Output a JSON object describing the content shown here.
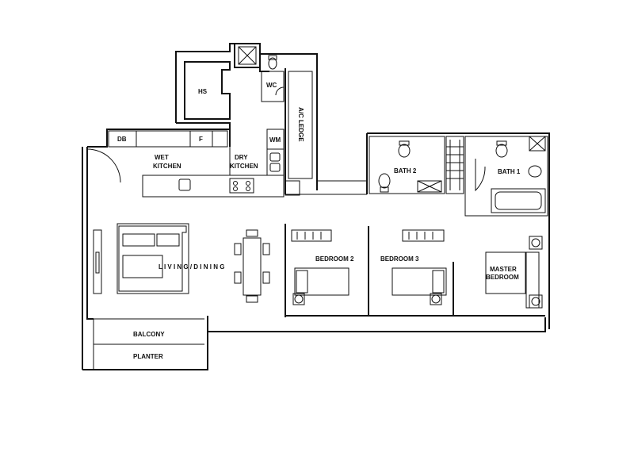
{
  "floor_plan": {
    "rooms": {
      "hs": "HS",
      "wc": "WC",
      "ac_ledge": "A/C LEDGE",
      "db": "DB",
      "f": "F",
      "wm": "WM",
      "wet_kitchen_line1": "WET",
      "wet_kitchen_line2": "KITCHEN",
      "dry_kitchen_line1": "DRY",
      "dry_kitchen_line2": "KITCHEN",
      "bath2": "BATH 2",
      "bath1": "BATH 1",
      "living_dining": "L I V I N G / D I N I N G",
      "bedroom2": "BEDROOM 2",
      "bedroom3": "BEDROOM 3",
      "master_line1": "MASTER",
      "master_line2": "BEDROOM",
      "balcony": "BALCONY",
      "planter": "PLANTER"
    }
  }
}
